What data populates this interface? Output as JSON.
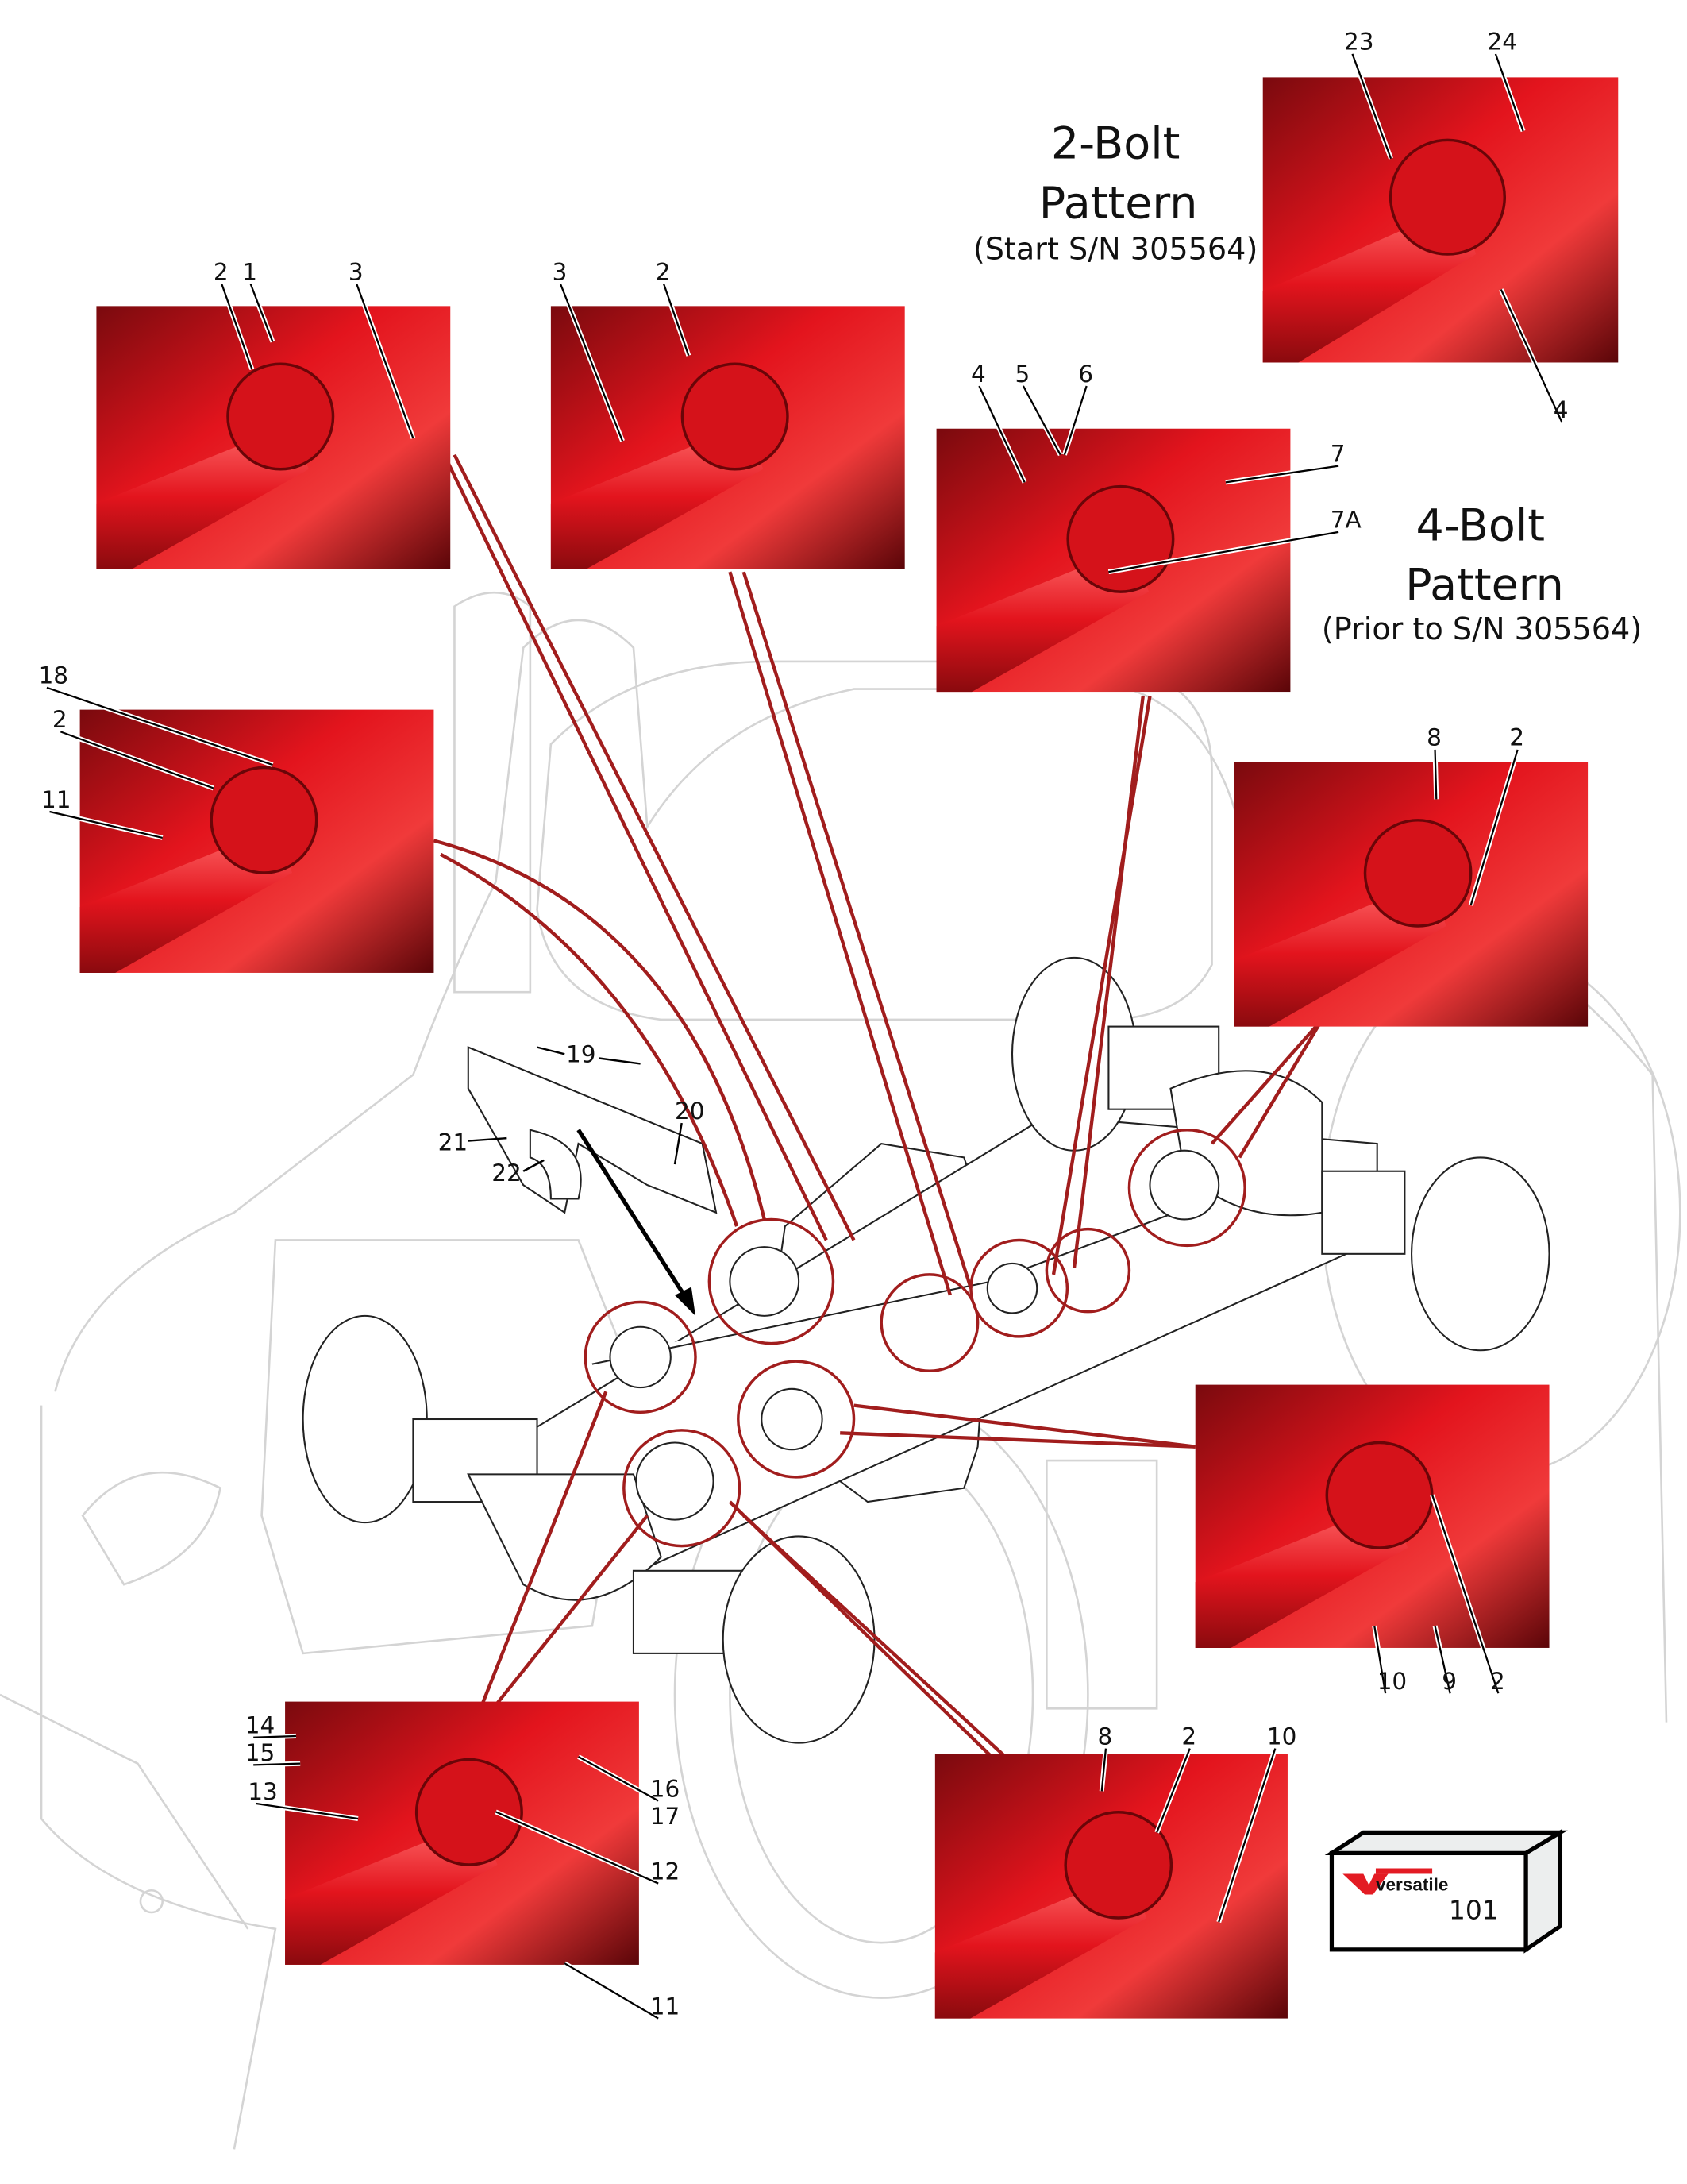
{
  "titles": {
    "two_bolt": {
      "line1": "2-Bolt",
      "line2": "Pattern",
      "line3": "(Start S/N 305564)"
    },
    "four_bolt": {
      "line1": "4-Bolt",
      "line2": "Pattern",
      "line3": "(Prior to S/N 305564)"
    }
  },
  "photos": {
    "p1": {
      "labels": [
        "2",
        "1",
        "3"
      ]
    },
    "p2": {
      "labels": [
        "3",
        "2"
      ]
    },
    "p3": {
      "labels": [
        "23",
        "24",
        "4"
      ]
    },
    "p4": {
      "labels": [
        "4",
        "5",
        "6",
        "7",
        "7A"
      ]
    },
    "p5": {
      "labels": [
        "18",
        "2",
        "11"
      ]
    },
    "p6": {
      "labels": [
        "8",
        "2"
      ]
    },
    "p7": {
      "labels": [
        "10",
        "9",
        "2"
      ]
    },
    "p8": {
      "labels": [
        "14",
        "15",
        "13",
        "16",
        "17",
        "12",
        "11"
      ]
    },
    "p9": {
      "labels": [
        "8",
        "2",
        "10"
      ]
    }
  },
  "diagram_labels": [
    "19",
    "20",
    "21",
    "22"
  ],
  "brand_box": {
    "logo": "versatile",
    "page": "101",
    "logo_color": "#e31b23"
  },
  "colors": {
    "photo_red": "#e0141c",
    "leader_red": "#a11d1d"
  }
}
